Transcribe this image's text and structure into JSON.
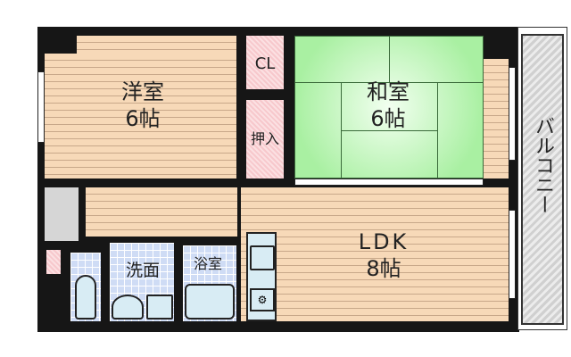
{
  "rooms": {
    "western": {
      "name": "洋室",
      "size": "6帖"
    },
    "japanese": {
      "name": "和室",
      "size": "6帖"
    },
    "ldk": {
      "name": "LDK",
      "size": "8帖"
    },
    "closet": {
      "name": "CL"
    },
    "oshiire": {
      "name": "押入"
    },
    "bath": {
      "name": "浴室"
    },
    "washroom": {
      "name": "洗面"
    },
    "balcony": {
      "name": "バルコニー"
    }
  },
  "colors": {
    "wood": "#f7d9b8",
    "tatami": "#a9f0a2",
    "tile": "#cfdcf5",
    "closet": "#f7c8cc",
    "wall": "#161616"
  }
}
